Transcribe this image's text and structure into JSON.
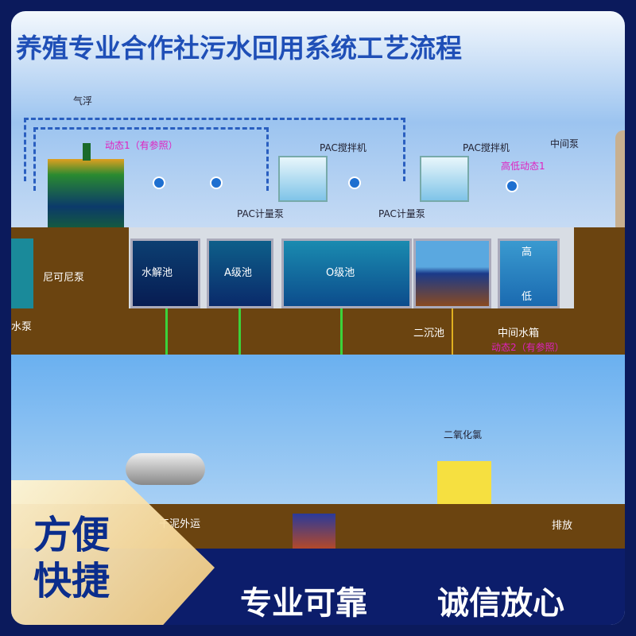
{
  "title": "养殖专业合作社污水回用系统工艺流程",
  "labels": {
    "air_float": "气浮",
    "dynamic1": "动态1（有参照）",
    "pac_mixer1": "PAC搅拌机",
    "pac_mixer2": "PAC搅拌机",
    "pac_pump1": "PAC计量泵",
    "pac_pump2": "PAC计量泵",
    "mid_pump": "中间泵",
    "hl_dynamic1": "高低动态1",
    "nikuni_pump": "尼可尼泵",
    "hydrolysis": "水解池",
    "a_tank": "A级池",
    "o_tank": "O级池",
    "high": "高",
    "low": "低",
    "water_pump": "水泵",
    "secondary_settling": "二沉池",
    "mid_tank": "中间水箱",
    "dynamic2": "动态2（有参照）",
    "chlorine_dioxide": "二氧化氯",
    "dry_sludge": "干泥外运",
    "discharge": "排放"
  },
  "banner": {
    "tag": "方便快捷",
    "slogan1": "专业可靠",
    "slogan2": "诚信放心"
  }
}
